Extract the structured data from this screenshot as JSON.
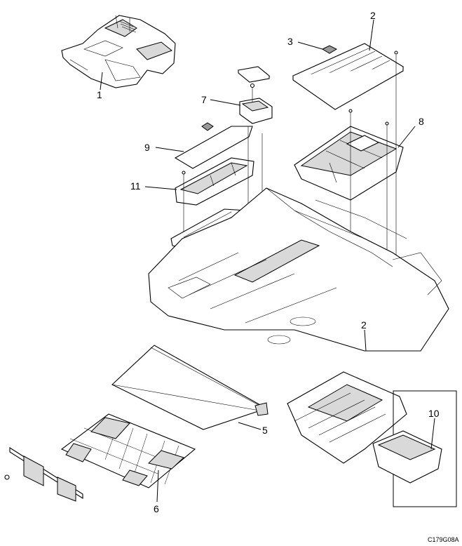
{
  "callouts": [
    {
      "id": "1",
      "text": "1"
    },
    {
      "id": "2",
      "text": "2"
    },
    {
      "id": "2b",
      "text": "2"
    },
    {
      "id": "3",
      "text": "3"
    },
    {
      "id": "5",
      "text": "5"
    },
    {
      "id": "6",
      "text": "6"
    },
    {
      "id": "7",
      "text": "7"
    },
    {
      "id": "8",
      "text": "8"
    },
    {
      "id": "9",
      "text": "9"
    },
    {
      "id": "10",
      "text": "10"
    },
    {
      "id": "11",
      "text": "11"
    }
  ],
  "drawing_code": "C179G08A"
}
